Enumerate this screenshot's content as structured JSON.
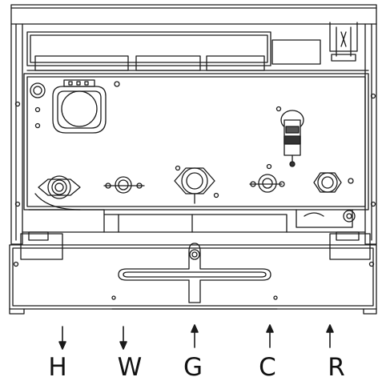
{
  "connections": [
    {
      "label": "H",
      "direction": "down"
    },
    {
      "label": "W",
      "direction": "down"
    },
    {
      "label": "G",
      "direction": "up"
    },
    {
      "label": "C",
      "direction": "up"
    },
    {
      "label": "R",
      "direction": "up"
    }
  ],
  "colors": {
    "line": "#1a1a1a",
    "background": "#ffffff"
  }
}
